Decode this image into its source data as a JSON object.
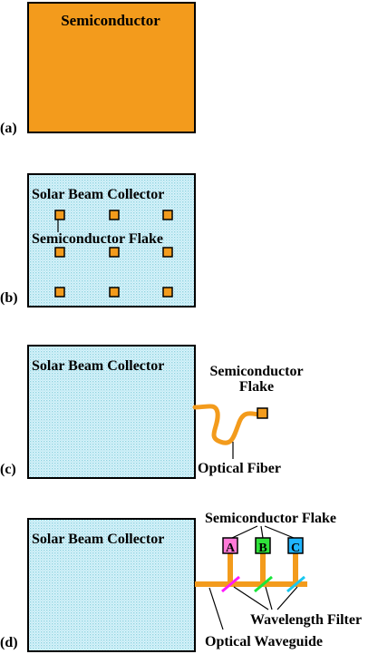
{
  "colors": {
    "semiconductor": "#f39b1c",
    "collector_fill": "#dff6fb",
    "collector_dots": "#8fd2e2",
    "outline": "#000000",
    "filter_a": "#ff1aff",
    "filter_b": "#19e63a",
    "filter_c": "#19c8f0",
    "box_a": "#ff7ad8",
    "box_b": "#2fe23a",
    "box_c": "#1fb4ff"
  },
  "panels": {
    "a": {
      "tag": "(a)",
      "label": "Semiconductor"
    },
    "b": {
      "tag": "(b)",
      "collector_label": "Solar Beam Collector",
      "flake_label": "Semiconductor Flake"
    },
    "c": {
      "tag": "(c)",
      "collector_label": "Solar Beam Collector",
      "flake_label_line1": "Semiconductor",
      "flake_label_line2": "Flake",
      "fiber_label": "Optical Fiber"
    },
    "d": {
      "tag": "(d)",
      "collector_label": "Solar Beam Collector",
      "flake_label": "Semiconductor Flake",
      "flakes": [
        "A",
        "B",
        "C"
      ],
      "filter_label": "Wavelength Filter",
      "waveguide_label": "Optical Waveguide"
    }
  }
}
